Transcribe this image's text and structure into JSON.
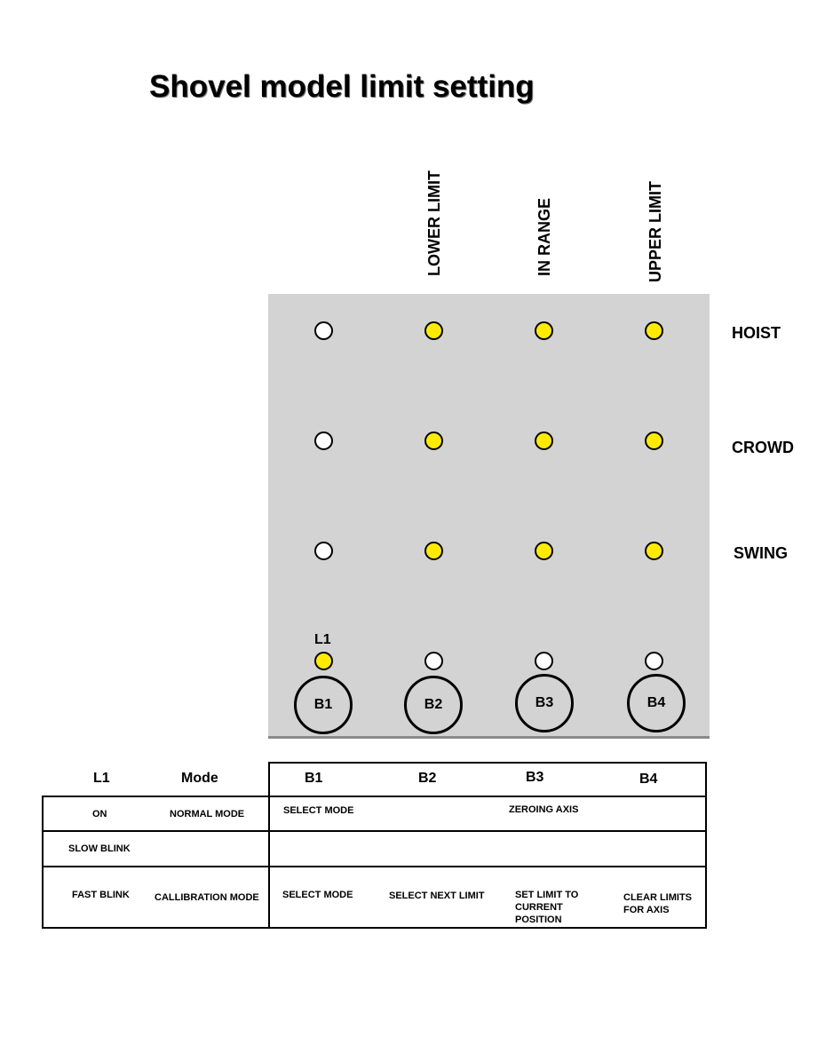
{
  "title": "Shovel model limit setting",
  "columns": [
    "LOWER LIMIT",
    "IN RANGE",
    "UPPER LIMIT"
  ],
  "rows": [
    "HOIST",
    "CROWD",
    "SWING"
  ],
  "lamps": [
    {
      "row": "HOIST",
      "states": [
        false,
        true,
        true,
        true
      ]
    },
    {
      "row": "CROWD",
      "states": [
        false,
        true,
        true,
        true
      ]
    },
    {
      "row": "SWING",
      "states": [
        false,
        true,
        true,
        true
      ]
    },
    {
      "row": "BUTTONS",
      "states": [
        true,
        false,
        false,
        false
      ]
    }
  ],
  "l1_label": "L1",
  "buttons": [
    "B1",
    "B2",
    "B3",
    "B4"
  ],
  "colors": {
    "lamp_on": "#ffeb00",
    "panel": "#d3d3d3"
  },
  "table": {
    "headers": [
      "L1",
      "Mode",
      "B1",
      "B2",
      "B3",
      "B4"
    ],
    "rows": [
      {
        "l1": "ON",
        "mode": "NORMAL MODE",
        "b1": "SELECT MODE",
        "b2_b4": "ZEROING AXIS"
      },
      {
        "l1": "SLOW BLINK",
        "mode": "",
        "b1": "",
        "b2_b4": ""
      },
      {
        "l1": "FAST BLINK",
        "mode": "CALLIBRATION MODE",
        "b1": "SELECT MODE",
        "b2": "SELECT NEXT LIMIT",
        "b3": "SET LIMIT TO CURRENT POSITION",
        "b4": "CLEAR LIMITS FOR AXIS"
      }
    ]
  }
}
